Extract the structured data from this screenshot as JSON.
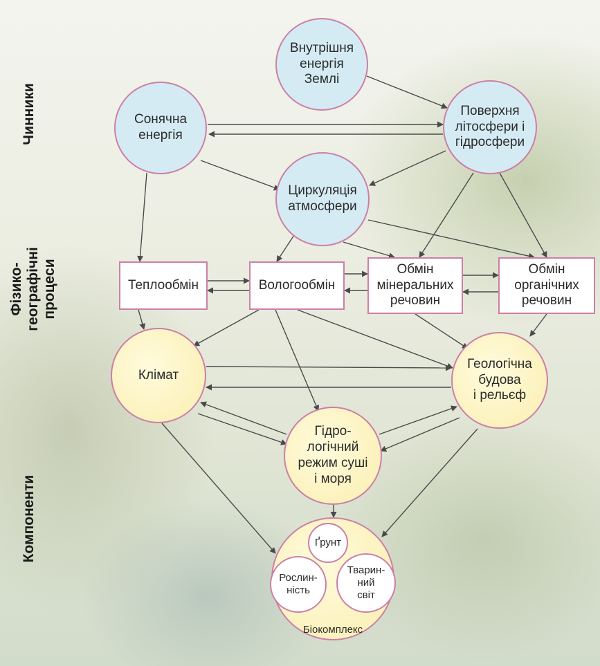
{
  "side_labels": {
    "factors": "Чинники",
    "processes": "Фізико-\nгеографічні\nпроцеси",
    "components": "Компоненти"
  },
  "nodes": {
    "internal_energy": "Внутрішня\nенергія\nЗемлі",
    "solar_energy": "Сонячна\nенергія",
    "surface": "Поверхня\nлітосфери і\nгідросфери",
    "circulation": "Циркуляція\nатмосфери",
    "heat_exchange": "Теплообмін",
    "moisture_exchange": "Вологообмін",
    "mineral_exchange": "Обмін\nмінеральних\nречовин",
    "organic_exchange": "Обмін\nорганічних\nречовин",
    "climate": "Клімат",
    "geology": "Геологічна\nбудова\nі рельєф",
    "hydrology": "Гідро-\nлогічний\nрежим суші\nі моря",
    "soil": "Ґрунт",
    "vegetation": "Рослин-\nність",
    "fauna": "Тварин-\nний\nсвіт",
    "biocomplex": "Біокомплекс"
  },
  "colors": {
    "border": "#cc7fa6",
    "factor_fill": "#d5ebf4",
    "component_fill": "#fbeeb0",
    "arrow": "#4a4a4a"
  }
}
